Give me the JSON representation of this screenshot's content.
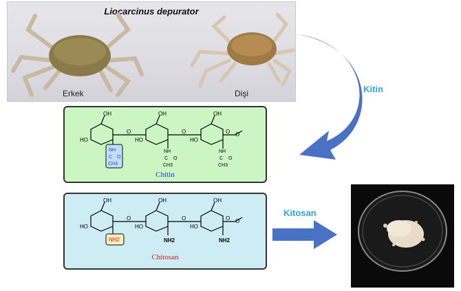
{
  "photo": {
    "species": "Liocarcinus depurator",
    "male_label": "Erkek",
    "female_label": "Dişi"
  },
  "arrows": {
    "chitin_label": "Kitin",
    "chitosan_label": "Kitosan",
    "color": "#4a72c4"
  },
  "chitin": {
    "caption": "Chitin",
    "caption_color": "#2233cc",
    "groups": [
      "OH",
      "OH",
      "OH",
      "HO",
      "O",
      "HO",
      "O",
      "HO",
      "O",
      "O"
    ],
    "amide": {
      "nh": "NH",
      "c": "C",
      "o": "O",
      "ch3": "CH3"
    }
  },
  "chitosan": {
    "caption": "Chitosan",
    "caption_color": "#cc2222",
    "groups": [
      "OH",
      "OH",
      "OH",
      "HO",
      "O",
      "HO",
      "O",
      "HO",
      "O",
      "O"
    ],
    "amines": [
      "NH2",
      "NH2",
      "NH2"
    ]
  },
  "colors": {
    "chitin_bg": "#ccf5c4",
    "chitosan_bg": "#cdecf3",
    "highlight_blue": "#2244dd",
    "highlight_red": "#dd2222"
  }
}
